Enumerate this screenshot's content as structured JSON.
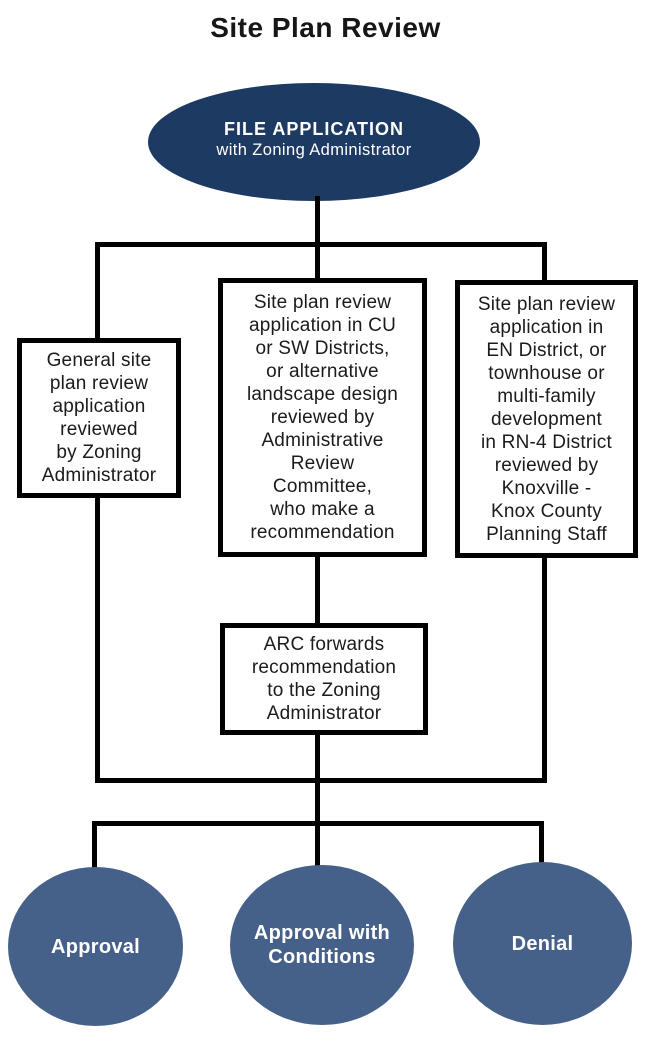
{
  "title": "Site Plan Review",
  "colors": {
    "navy": "#1d3a63",
    "slate": "#466189",
    "line": "#000000"
  },
  "nodes": {
    "start": {
      "title": "FILE APPLICATION",
      "subtitle": "with Zoning Administrator"
    },
    "general": {
      "text": "General site\nplan review\napplication\nreviewed\nby Zoning\nAdministrator"
    },
    "arc_review": {
      "text": "Site plan review\napplication in CU\nor SW Districts,\nor alternative\nlandscape design\nreviewed by\nAdministrative\nReview\nCommittee,\nwho make a\nrecommendation"
    },
    "planning": {
      "text": "Site plan review\napplication in\nEN District, or\ntownhouse or\nmulti-family\ndevelopment\nin RN-4 District\nreviewed by\nKnoxville -\nKnox County\nPlanning Staff"
    },
    "arc_forward": {
      "text": "ARC forwards\nrecommendation\nto the Zoning\nAdministrator"
    }
  },
  "outcomes": {
    "approval": "Approval",
    "conditions": "Approval with\nConditions",
    "denial": "Denial"
  }
}
